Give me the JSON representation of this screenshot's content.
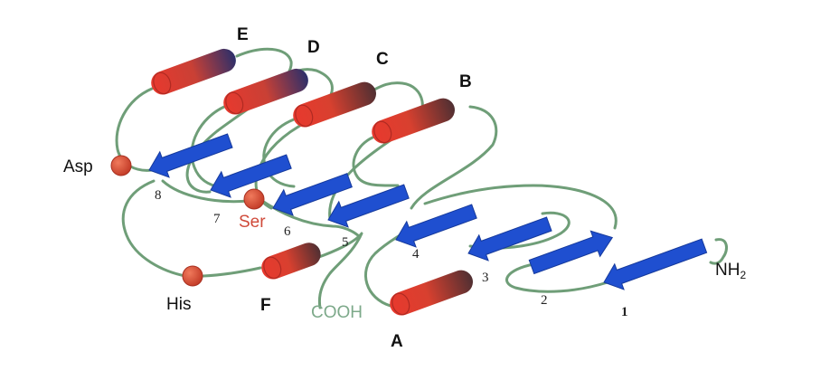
{
  "diagram": {
    "helices": [
      {
        "id": "A",
        "label": "A"
      },
      {
        "id": "B",
        "label": "B"
      },
      {
        "id": "C",
        "label": "C"
      },
      {
        "id": "D",
        "label": "D"
      },
      {
        "id": "E",
        "label": "E"
      },
      {
        "id": "F",
        "label": "F"
      }
    ],
    "strands": [
      {
        "id": "1",
        "label": "1"
      },
      {
        "id": "2",
        "label": "2"
      },
      {
        "id": "3",
        "label": "3"
      },
      {
        "id": "4",
        "label": "4"
      },
      {
        "id": "5",
        "label": "5"
      },
      {
        "id": "6",
        "label": "6"
      },
      {
        "id": "7",
        "label": "7"
      },
      {
        "id": "8",
        "label": "8"
      }
    ],
    "residues": [
      {
        "id": "asp",
        "label": "Asp"
      },
      {
        "id": "ser",
        "label": "Ser"
      },
      {
        "id": "his",
        "label": "His"
      }
    ],
    "termini": {
      "n": "NH",
      "n_sub": "2",
      "c": "COOH"
    },
    "colors": {
      "loop": "#6f9e78",
      "strand": "#1f4fd0",
      "helix_red": "#e8392e",
      "helix_dark": "#4f2f32",
      "residue": "#d6452f",
      "ser_text": "#d04a3a",
      "cooh_text": "#7da98a"
    }
  }
}
